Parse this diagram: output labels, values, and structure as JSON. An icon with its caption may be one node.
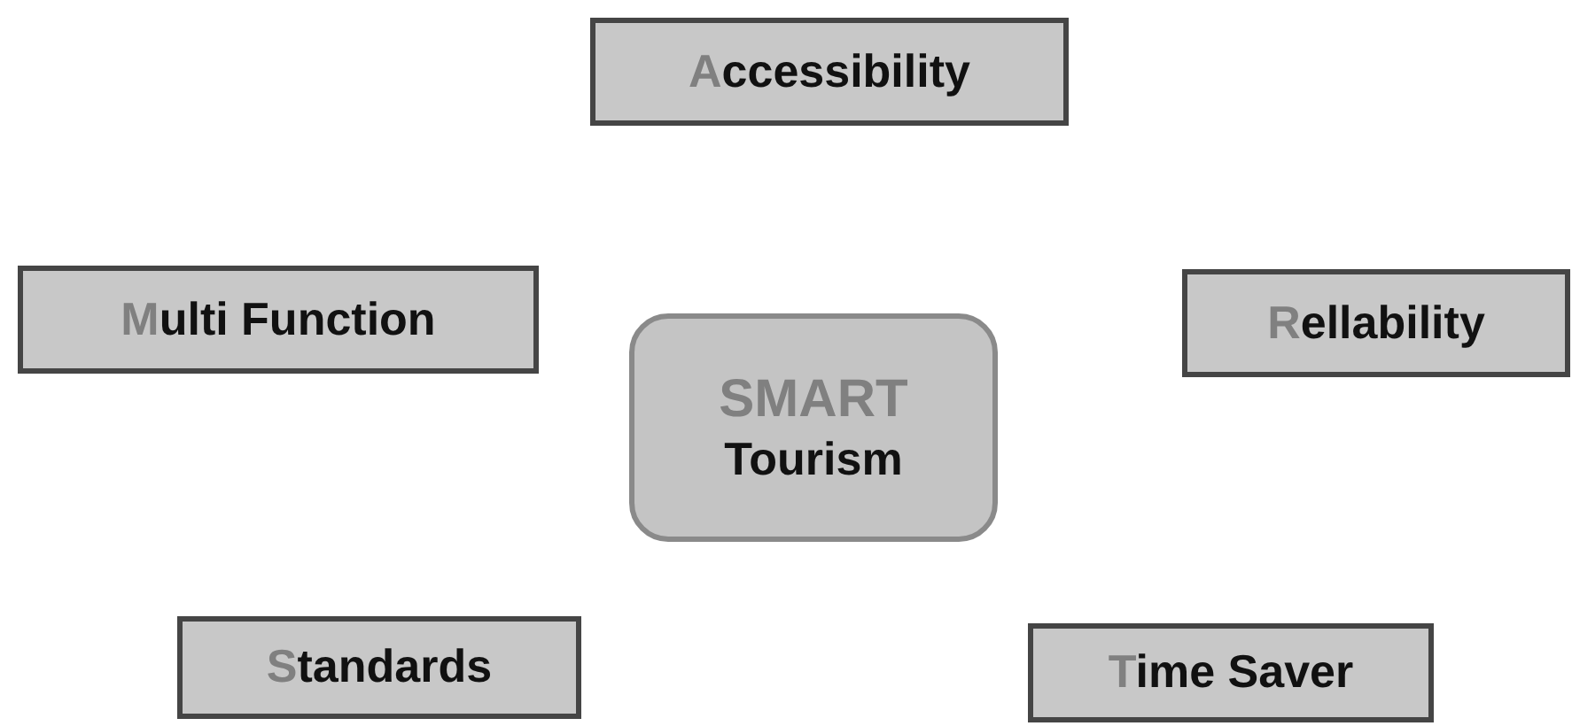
{
  "diagram": {
    "nodes": [
      {
        "text": [
          "Accessibility"
        ]
      },
      {
        "text": [
          "Multi Function"
        ]
      },
      {
        "text": [
          "SMART",
          "Tourism"
        ]
      },
      {
        "text": [
          "Rellability"
        ]
      },
      {
        "text": [
          "Standards"
        ]
      },
      {
        "text": [
          "Time Saver"
        ]
      }
    ]
  }
}
